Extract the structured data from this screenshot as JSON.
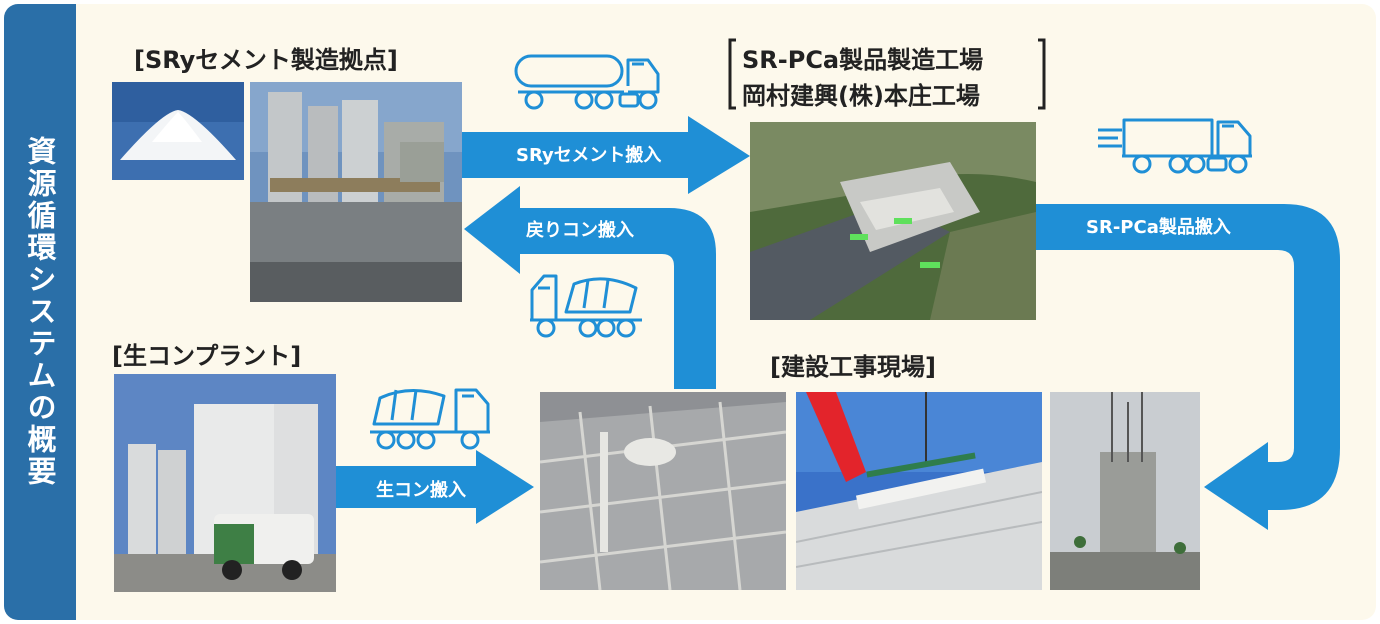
{
  "sidebar": {
    "title": "資源循環システムの概要"
  },
  "nodes": {
    "sry_cement": {
      "label": "[SRyセメント製造拠点]"
    },
    "pca_factory": {
      "label_line1": "SR-PCa製品製造工場",
      "label_line2": "岡村建興(株)本庄工場"
    },
    "ready_mix": {
      "label": "[生コンプラント]"
    },
    "construction": {
      "label": "[建設工事現場]"
    }
  },
  "flows": {
    "sry_cement_delivery": "SRyセメント搬入",
    "returned_concrete": "戻りコン搬入",
    "pca_delivery": "SR-PCa製品搬入",
    "ready_mix_delivery": "生コン搬入"
  },
  "icons": [
    "tanker-truck-icon",
    "mixer-truck-icon",
    "flatbed-truck-icon"
  ],
  "colors": {
    "accent": "#2a6fa8",
    "arrow": "#1f8fd6",
    "panel": "#fdf9ec"
  }
}
